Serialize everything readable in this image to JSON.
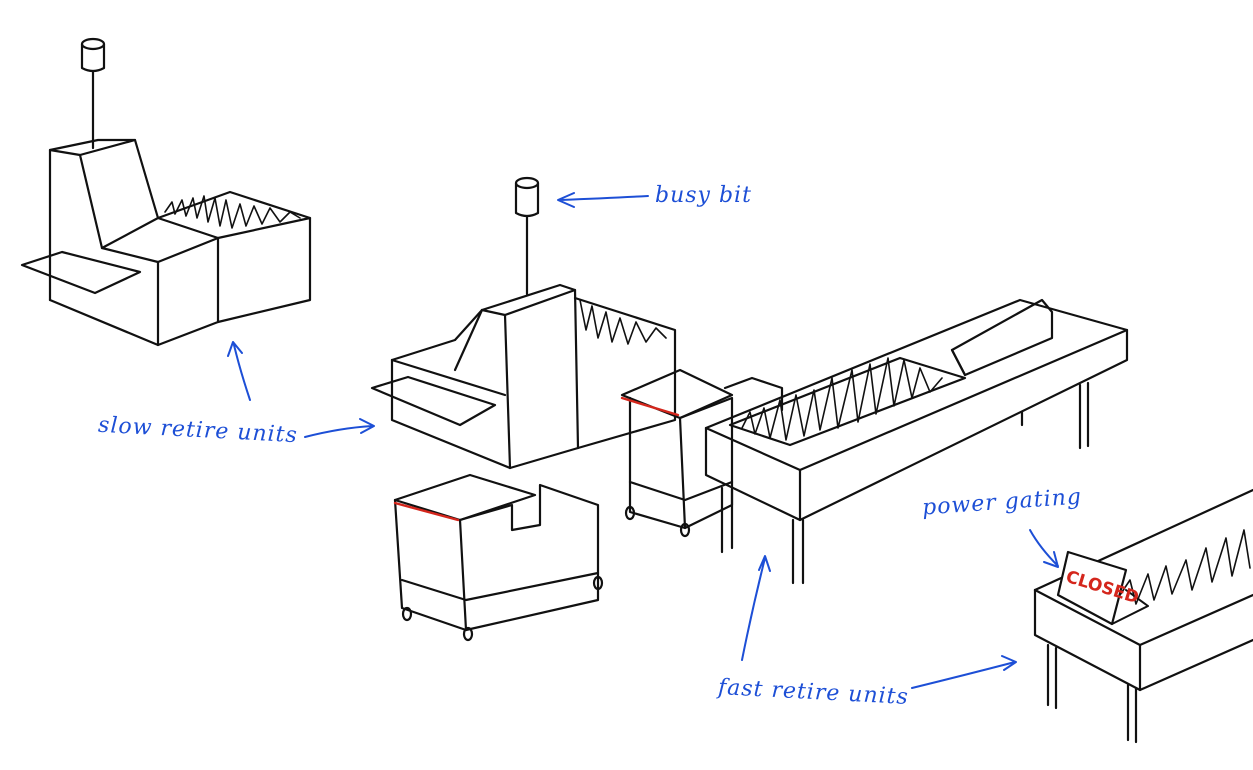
{
  "annotations": {
    "busy_bit": "busy bit",
    "slow_retire_units": "slow retire units",
    "power_gating": "power gating",
    "fast_retire_units": "fast retire units"
  },
  "sign": {
    "text": "CLOSED"
  },
  "colors": {
    "ink": "#111111",
    "annotation": "#1d4fd6",
    "accent_red": "#d4261c",
    "background": "#ffffff"
  },
  "icons": {
    "lamp": "busy-lamp-icon",
    "sign": "closed-sign-icon"
  }
}
